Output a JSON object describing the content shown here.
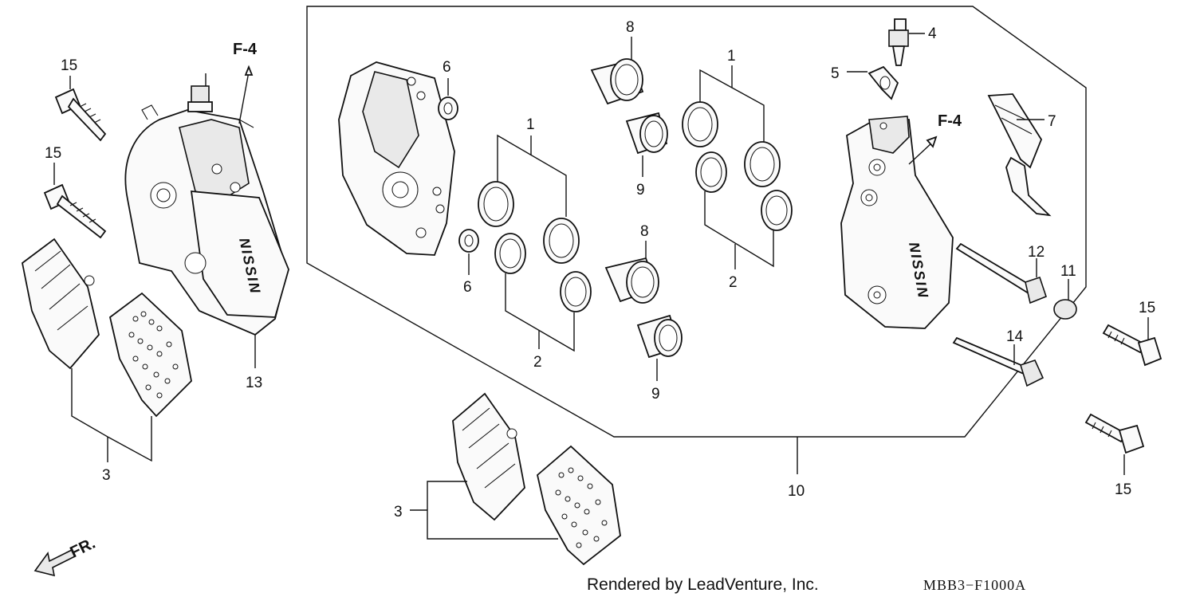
{
  "diagram": {
    "callouts": [
      {
        "id": "c15a",
        "text": "15"
      },
      {
        "id": "c15b",
        "text": "15"
      },
      {
        "id": "c15c",
        "text": "15"
      },
      {
        "id": "c15d",
        "text": "15"
      },
      {
        "id": "c3a",
        "text": "3"
      },
      {
        "id": "c3b",
        "text": "3"
      },
      {
        "id": "c13",
        "text": "13"
      },
      {
        "id": "c6a",
        "text": "6"
      },
      {
        "id": "c6b",
        "text": "6"
      },
      {
        "id": "c1a",
        "text": "1"
      },
      {
        "id": "c1b",
        "text": "1"
      },
      {
        "id": "c2a",
        "text": "2"
      },
      {
        "id": "c2b",
        "text": "2"
      },
      {
        "id": "c8a",
        "text": "8"
      },
      {
        "id": "c8b",
        "text": "8"
      },
      {
        "id": "c9a",
        "text": "9"
      },
      {
        "id": "c9b",
        "text": "9"
      },
      {
        "id": "c4",
        "text": "4"
      },
      {
        "id": "c5",
        "text": "5"
      },
      {
        "id": "c7",
        "text": "7"
      },
      {
        "id": "c10",
        "text": "10"
      },
      {
        "id": "c11",
        "text": "11"
      },
      {
        "id": "c12",
        "text": "12"
      },
      {
        "id": "c14",
        "text": "14"
      }
    ],
    "refs": {
      "left": "F-4",
      "right": "F-4"
    },
    "brand_mark": "NISSIN",
    "direction_label": "FR.",
    "credit": "Rendered by LeadVenture, Inc.",
    "drawing_code": "MBB3−F1000A"
  }
}
